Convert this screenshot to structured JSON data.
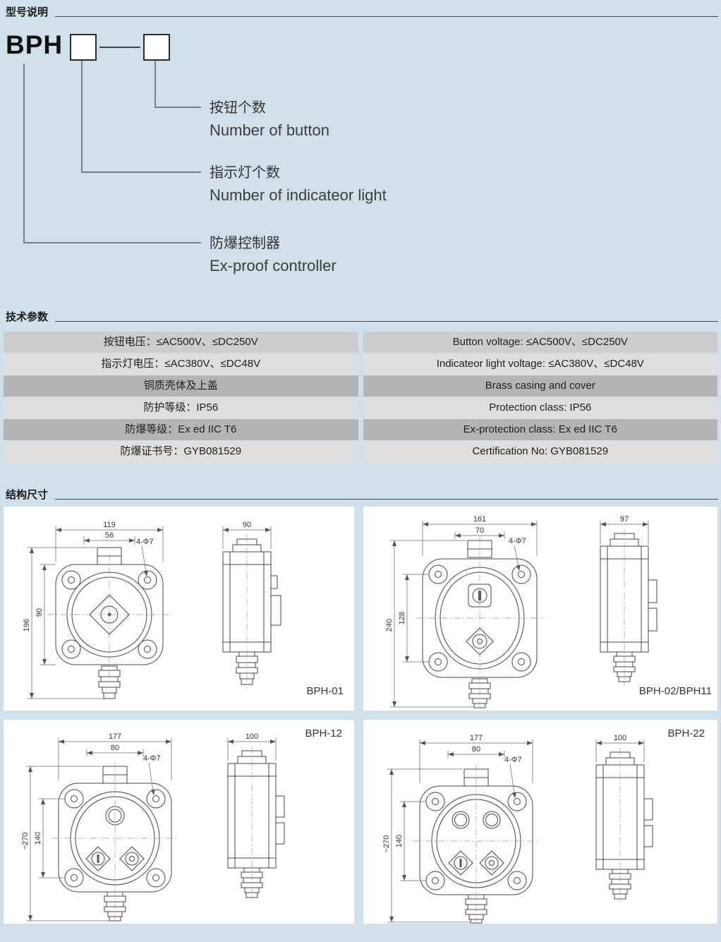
{
  "colors": {
    "page_bg": "#cfe0ea",
    "panel_bg": "#ffffff",
    "table_row_dark": "#b4b4b4",
    "table_row_mid": "#cdcdcd",
    "table_row_light": "#dedede",
    "rule": "#4a4a4a"
  },
  "sections": {
    "model_title": "型号说明",
    "tech_title": "技术参数",
    "dims_title": "结构尺寸"
  },
  "model": {
    "prefix": "BPH",
    "callouts": [
      {
        "zh": "按钮个数",
        "en": "Number of button"
      },
      {
        "zh": "指示灯个数",
        "en": "Number of indicateor light"
      },
      {
        "zh": "防爆控制器",
        "en": "Ex-proof controller"
      }
    ]
  },
  "tech_table": {
    "rows": [
      {
        "zh": "按钮电压：≤AC500V、≤DC250V",
        "en": "Button voltage: ≤AC500V、≤DC250V"
      },
      {
        "zh": "指示灯电压：≤AC380V、≤DC48V",
        "en": "Indicateor light voltage: ≤AC380V、≤DC48V"
      },
      {
        "zh": "铜质壳体及上盖",
        "en": "Brass casing and cover"
      },
      {
        "zh": "防护等级：IP56",
        "en": "Protection class: IP56"
      },
      {
        "zh": "防爆等级：Ex ed IIC T6",
        "en": "Ex-protection class: Ex ed IIC T6"
      },
      {
        "zh": "防爆证书号：GYB081529",
        "en": "Certification No: GYB081529"
      }
    ]
  },
  "drawings": {
    "d1": {
      "label": "BPH-01",
      "front_width": "119",
      "front_inner_width": "56",
      "holes": "4-Φ7",
      "overall_height": "196",
      "flange_height": "90",
      "side_width": "90"
    },
    "d2": {
      "label": "BPH-02/BPH11",
      "front_width": "161",
      "front_inner_width": "70",
      "holes": "4-Φ7",
      "overall_height": "240",
      "flange_height": "128",
      "side_width": "97"
    },
    "d3": {
      "label": "BPH-12",
      "front_width": "177",
      "front_inner_width": "80",
      "holes": "4-Φ7",
      "overall_height": "~270",
      "flange_height": "140",
      "side_width": "100"
    },
    "d4": {
      "label": "BPH-22",
      "front_width": "177",
      "front_inner_width": "80",
      "holes": "4-Φ7",
      "overall_height": "~270",
      "flange_height": "140",
      "side_width": "100"
    }
  }
}
